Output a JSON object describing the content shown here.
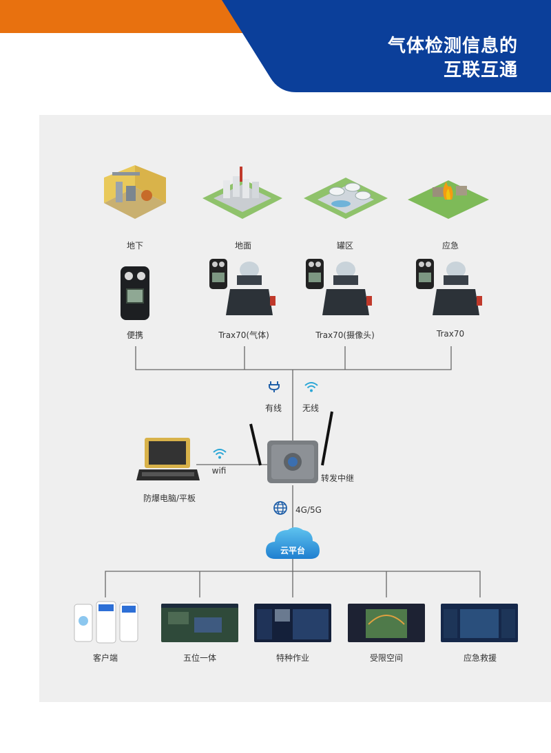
{
  "header": {
    "title_line1": "气体检测信息的",
    "title_line2": "互联互通",
    "colors": {
      "orange": "#e8710f",
      "blue": "#0b3f9a"
    }
  },
  "scenes": [
    {
      "label": "地下",
      "icon": "underground-room-illustration"
    },
    {
      "label": "地面",
      "icon": "factory-ground-illustration"
    },
    {
      "label": "罐区",
      "icon": "tank-farm-illustration"
    },
    {
      "label": "应急",
      "icon": "emergency-fire-illustration"
    }
  ],
  "devices": [
    {
      "label": "便携",
      "icon": "portable-gas-detector-icon"
    },
    {
      "label": "Trax70(气体)",
      "icon": "trax70-gas-icon"
    },
    {
      "label": "Trax70(摄像头)",
      "icon": "trax70-camera-icon"
    },
    {
      "label": "Trax70",
      "icon": "trax70-icon"
    }
  ],
  "links": {
    "wired": "有线",
    "wireless": "无线",
    "wifi": "wifi",
    "mobile": "4G/5G"
  },
  "nodes": {
    "laptop": "防爆电脑/平板",
    "relay": "转发中继",
    "cloud": "云平台"
  },
  "apps": [
    {
      "label": "客户端"
    },
    {
      "label": "五位一体"
    },
    {
      "label": "特种作业"
    },
    {
      "label": "受限空间"
    },
    {
      "label": "应急救援"
    }
  ]
}
